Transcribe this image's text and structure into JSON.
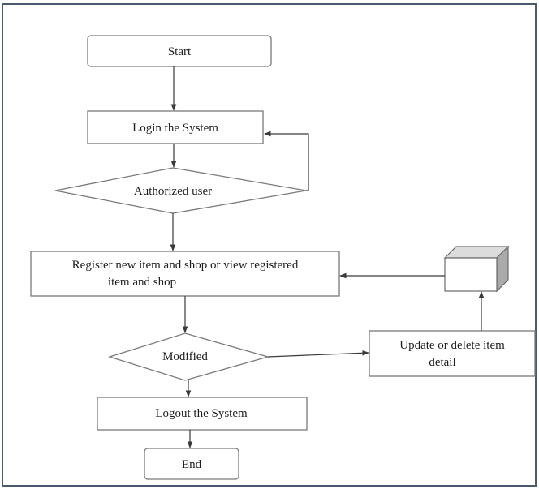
{
  "diagram": {
    "nodes": {
      "start": {
        "label": "Start"
      },
      "login": {
        "label": "Login the System"
      },
      "authorized": {
        "label": "Authorized user"
      },
      "register": {
        "line1": "Register new item and shop or view registered",
        "line2": "item and shop"
      },
      "modified": {
        "label": "Modified"
      },
      "update": {
        "line1": "Update or delete item",
        "line2": "detail"
      },
      "logout": {
        "label": "Logout the System"
      },
      "end": {
        "label": "End"
      }
    },
    "colors": {
      "frame": "#4a5a6e",
      "stroke": "#7a7a7a",
      "line": "#3a3a3a",
      "text": "#1e1e1e",
      "cube_side": "#aaaaaa",
      "cube_top": "#dcdcdc"
    }
  }
}
